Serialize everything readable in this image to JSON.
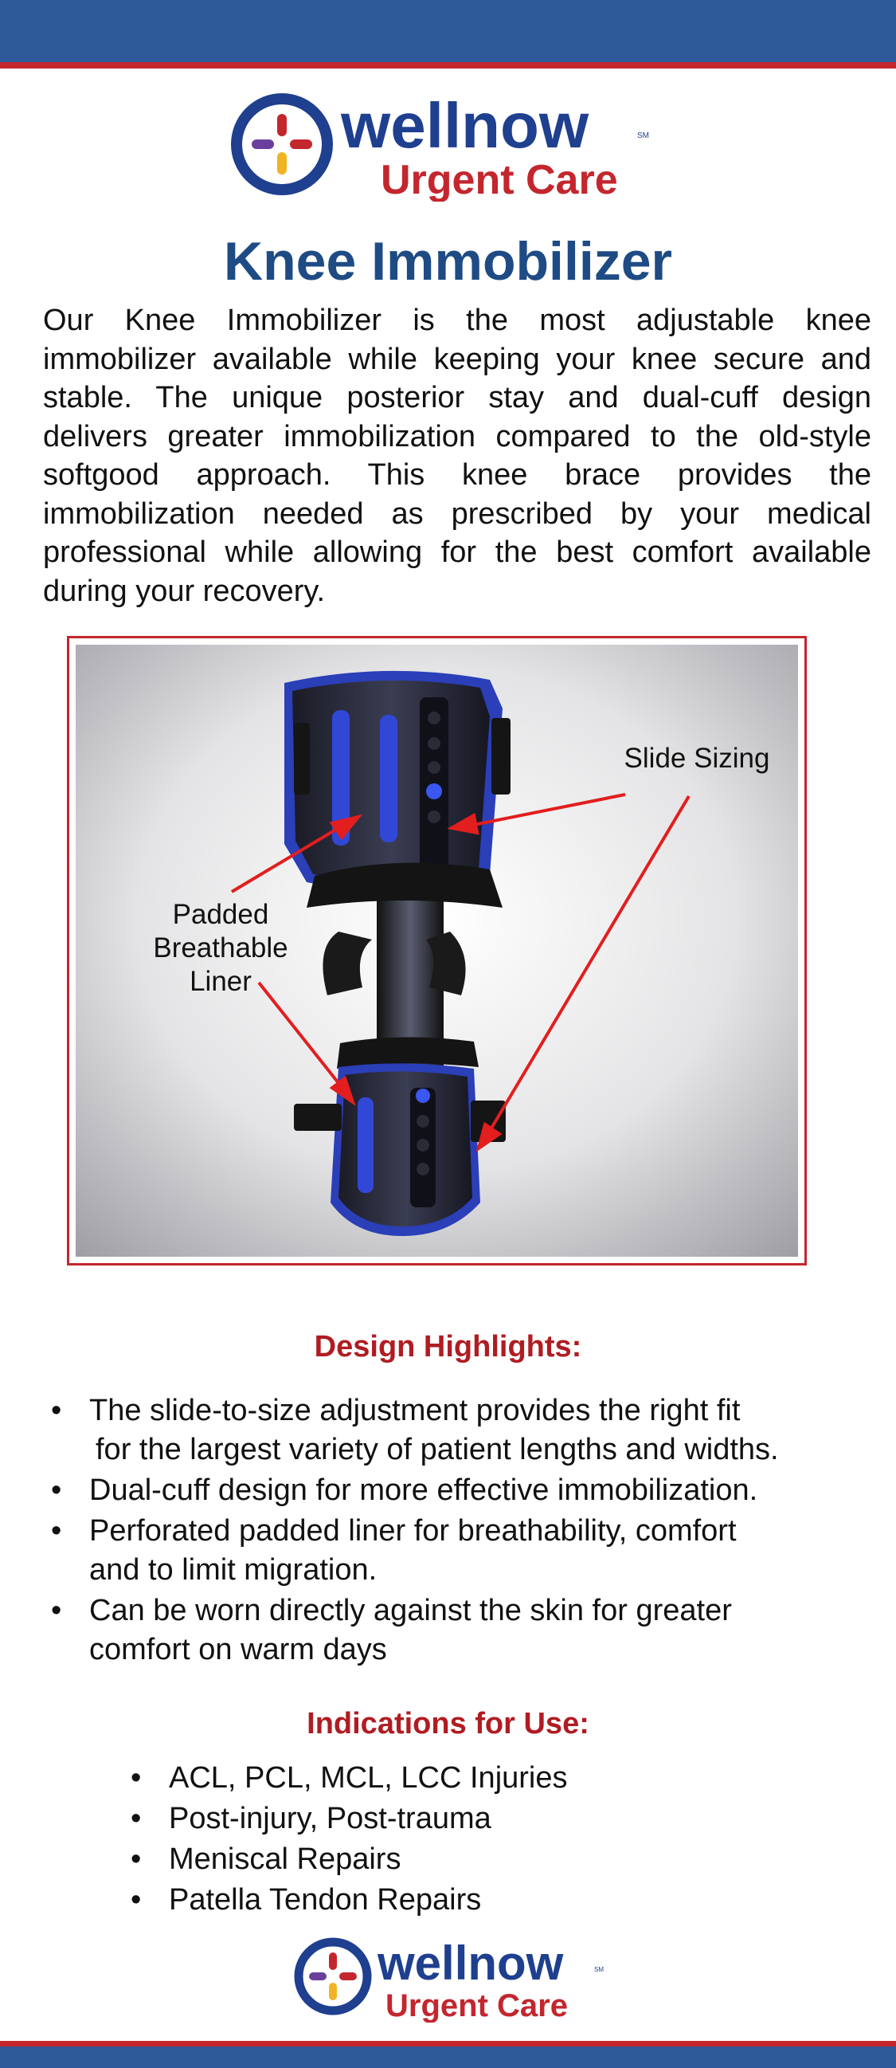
{
  "brand": {
    "name": "wellnow",
    "mark": "SM",
    "tagline": "Urgent Care",
    "colors": {
      "navy": "#1f3f8f",
      "red": "#c4262e",
      "band": "#2f5a9a"
    },
    "icon_name": "wellnow-cross-logo-icon"
  },
  "title": "Knee Immobilizer",
  "intro": "Our Knee Immobilizer is the most adjustable knee immobilizer available while keeping your knee secure and stable. The unique posterior stay and dual-cuff design delivers greater immobilization compared to the old-style softgood approach. This knee brace provides the immobilization needed as prescribed by your medical professional while allowing for the best comfort available during your recovery.",
  "figure": {
    "image_name": "knee-brace-photo",
    "callouts": {
      "slide_sizing": "Slide Sizing",
      "padded_line1": "Padded",
      "padded_line2": "Breathable",
      "padded_line3": "Liner"
    }
  },
  "design": {
    "heading": "Design Highlights:",
    "items": [
      {
        "line1": "The slide-to-size adjustment provides the right fit",
        "line2": "for the largest variety of patient lengths and widths."
      },
      {
        "line1": "Dual-cuff design for more effective immobilization.",
        "line2": ""
      },
      {
        "line1": "Perforated padded liner for breathability, comfort",
        "line2": "and to limit migration."
      },
      {
        "line1": "Can be worn directly against the skin for greater",
        "line2": "comfort on warm days"
      }
    ]
  },
  "indications": {
    "heading": "Indications for Use:",
    "items": [
      "ACL, PCL, MCL, LCC Injuries",
      "Post-injury, Post-trauma",
      "Meniscal Repairs",
      "Patella Tendon Repairs"
    ]
  }
}
